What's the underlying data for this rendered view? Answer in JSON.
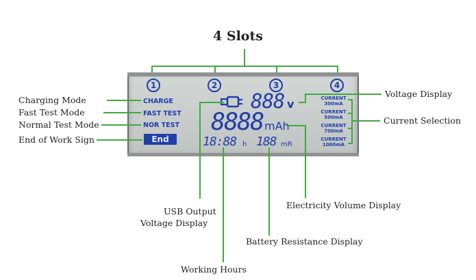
{
  "title": "4 Slots",
  "slots": [
    "1",
    "2",
    "3",
    "4"
  ],
  "modes": [
    "CHARGE",
    "FAST TEST",
    "NOR TEST"
  ],
  "end_sign": "End",
  "display": {
    "voltage_digits": "888",
    "voltage_unit": "v",
    "capacity_digits": "8888",
    "capacity_unit": "mAh",
    "time_digits": "18:88",
    "time_unit": "h",
    "resistance_digits": "188",
    "resistance_unit": "mR"
  },
  "currents": [
    {
      "label": "CURRENT",
      "value": "300mA"
    },
    {
      "label": "CURRENT",
      "value": "500mA"
    },
    {
      "label": "CURRENT",
      "value": "700mA"
    },
    {
      "label": "CURRENT",
      "value": "1000mA"
    }
  ],
  "callouts": {
    "charging_mode": "Charging Mode",
    "fast_test_mode": "Fast Test Mode",
    "normal_test_mode": "Normal Test Mode",
    "end_of_work": "End of Work Sign",
    "voltage_display": "Voltage Display",
    "current_selection": "Current Selection",
    "usb_output_1": "USB Output",
    "usb_output_2": "Voltage Display",
    "electricity_volume": "Electricity Volume Display",
    "battery_resistance": "Battery Resistance Display",
    "working_hours": "Working Hours"
  },
  "colors": {
    "leader_line": "#3dab3d",
    "lcd_segment": "#1f3fa7",
    "lcd_background": "#c8cccb"
  },
  "icons": [
    "usb-plug-icon"
  ]
}
